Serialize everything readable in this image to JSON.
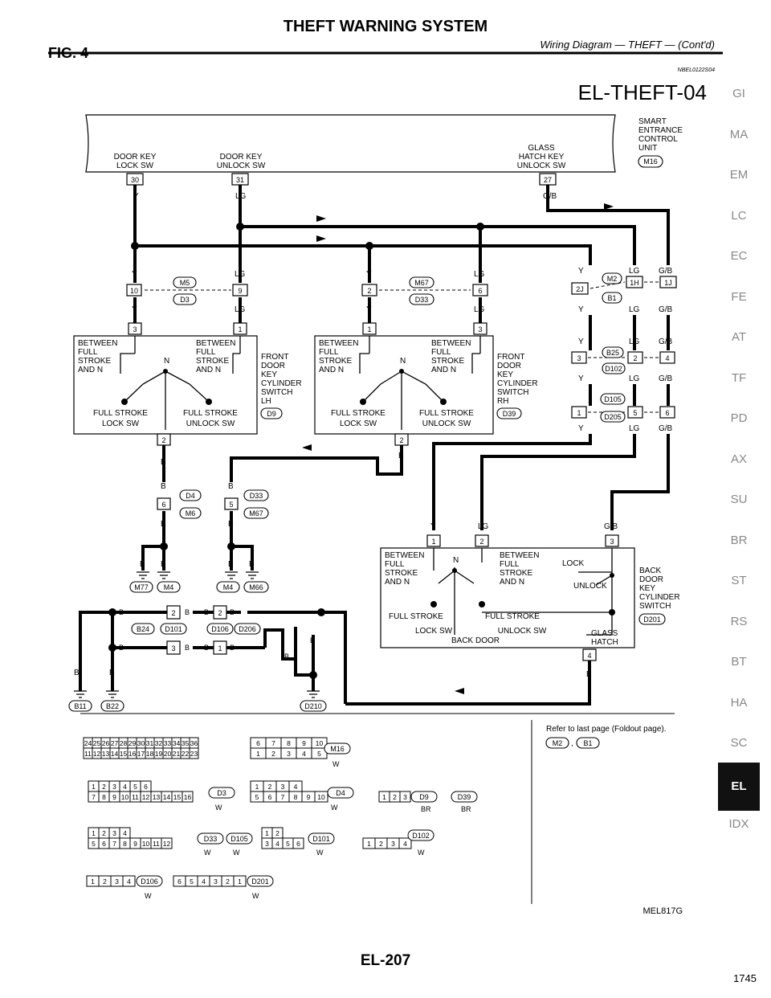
{
  "header": {
    "title": "THEFT WARNING SYSTEM",
    "subtitle": "Wiring Diagram — THEFT — (Cont'd)",
    "figure": "FIG. 4",
    "code": "NBEL0122S04",
    "diagram_id": "EL-THEFT-04"
  },
  "smart": {
    "l1": "SMART",
    "l2": "ENTRANCE",
    "l3": "CONTROL",
    "l4": "UNIT",
    "conn": "M16",
    "door_key_lock_1": "DOOR KEY",
    "door_key_lock_2": "LOCK SW",
    "door_key_unlock_1": "DOOR KEY",
    "door_key_unlock_2": "UNLOCK SW",
    "glass_1": "GLASS",
    "glass_2": "HATCH KEY",
    "glass_3": "UNLOCK SW",
    "pin30": "30",
    "pin31": "31",
    "pin27": "27"
  },
  "wire": {
    "y": "Y",
    "lg": "LG",
    "gb": "G/B",
    "b": "B"
  },
  "front_lh": {
    "c1": "M5",
    "c2": "D3",
    "p10": "10",
    "p9": "9",
    "p3": "3",
    "p1": "1",
    "p2": "2",
    "between_l1": "BETWEEN",
    "between_l2": "FULL",
    "between_l3": "STROKE",
    "between_l4": "AND N",
    "n": "N",
    "between_r1": "BETWEEN",
    "between_r2": "FULL",
    "between_r3": "STROKE",
    "between_r4": "AND N",
    "fs_l1": "FULL STROKE",
    "fs_l2": "LOCK SW",
    "fs_r1": "FULL STROKE",
    "fs_r2": "UNLOCK SW",
    "label_1": "FRONT",
    "label_2": "DOOR",
    "label_3": "KEY",
    "label_4": "CYLINDER",
    "label_5": "SWITCH",
    "label_6": "LH",
    "conn": "D9"
  },
  "front_rh": {
    "c1": "M67",
    "c2": "D33",
    "p2": "2",
    "p6": "6",
    "p1": "1",
    "p3": "3",
    "p2b": "2",
    "label_1": "FRONT",
    "label_2": "DOOR",
    "label_3": "KEY",
    "label_4": "CYLINDER",
    "label_5": "SWITCH",
    "label_6": "RH",
    "conn": "D39"
  },
  "right_conns": {
    "c_m2": "M2",
    "c_b1": "B1",
    "p2j": "2J",
    "p1h": "1H",
    "p1j": "1J",
    "c_b25": "B25",
    "c_d102": "D102",
    "p3": "3",
    "p2": "2",
    "p4": "4",
    "c_d105": "D105",
    "c_d205": "D205",
    "p1": "1",
    "p5": "5",
    "p6": "6"
  },
  "ground_left": {
    "c_d4": "D4",
    "c_m6": "M6",
    "c_d33": "D33",
    "c_m67": "M67",
    "p6": "6",
    "p5": "5",
    "g_m77": "M77",
    "g_m4a": "M4",
    "g_m4b": "M4",
    "g_m66": "M66",
    "p2": "2",
    "p3": "3",
    "c_b24": "B24",
    "c_d101": "D101",
    "c_d106": "D106",
    "c_d206": "D206",
    "g_b11": "B11",
    "g_b22": "B22",
    "g_d210": "D210",
    "p2b": "2",
    "p1": "1"
  },
  "back_door": {
    "p1": "1",
    "p2": "2",
    "p3": "3",
    "p4": "4",
    "between_l1": "BETWEEN",
    "between_l2": "FULL",
    "between_l3": "STROKE",
    "between_l4": "AND N",
    "n": "N",
    "between_r1": "BETWEEN",
    "between_r2": "FULL",
    "between_r3": "STROKE",
    "between_r4": "AND N",
    "lock": "LOCK",
    "unlock": "UNLOCK",
    "fs_l": "FULL STROKE",
    "fs_r": "FULL STROKE",
    "lock_sw": "LOCK SW",
    "unlock_sw": "UNLOCK SW",
    "back_door": "BACK DOOR",
    "glass_1": "GLASS",
    "glass_2": "HATCH",
    "label_1": "BACK",
    "label_2": "DOOR",
    "label_3": "KEY",
    "label_4": "CYLINDER",
    "label_5": "SWITCH",
    "conn": "D201"
  },
  "refer": "Refer to last page (Foldout page).",
  "refer_conns": {
    "a": "M2",
    "b": "B1"
  },
  "connectors": {
    "m16_top": [
      "24",
      "25",
      "26",
      "27",
      "28",
      "29",
      "30",
      "31",
      "32",
      "33",
      "34",
      "35",
      "36"
    ],
    "m16_bot": [
      "11",
      "12",
      "13",
      "14",
      "15",
      "16",
      "17",
      "18",
      "19",
      "20",
      "21",
      "22",
      "23"
    ],
    "m16_r_top": [
      "6",
      "7",
      "8",
      "9",
      "10"
    ],
    "m16_r_bot": [
      "1",
      "2",
      "3",
      "4",
      "5"
    ],
    "m16_name": "M16",
    "w": "W",
    "d3_top": [
      "1",
      "2",
      "3",
      "4",
      "5",
      "6"
    ],
    "d3_bot": [
      "7",
      "8",
      "9",
      "10",
      "11",
      "12",
      "13",
      "14",
      "15",
      "16"
    ],
    "d3_name": "D3",
    "d4_top": [
      "1",
      "2",
      "3",
      "4"
    ],
    "d4_bot": [
      "5",
      "6",
      "7",
      "8",
      "9",
      "10"
    ],
    "d4_name": "D4",
    "d9_pins": [
      "1",
      "2",
      "3"
    ],
    "d9_name": "D9",
    "d39_name": "D39",
    "br": "BR",
    "d33_top": [
      "1",
      "2",
      "3",
      "4"
    ],
    "d33_bot": [
      "5",
      "6",
      "7",
      "8",
      "9",
      "10",
      "11",
      "12"
    ],
    "d33_name": "D33",
    "d105_name": "D105",
    "d101_top": [
      "1",
      "2"
    ],
    "d101_bot": [
      "3",
      "4",
      "5",
      "6"
    ],
    "d101_name": "D101",
    "d102_pins": [
      "1",
      "2",
      "3",
      "4"
    ],
    "d102_name": "D102",
    "d106_pins": [
      "1",
      "2",
      "3",
      "4"
    ],
    "d106_name": "D106",
    "d201_pins": [
      "6",
      "5",
      "4",
      "3",
      "2",
      "1"
    ],
    "d201_name": "D201"
  },
  "sidebar": [
    "GI",
    "MA",
    "EM",
    "LC",
    "EC",
    "FE",
    "AT",
    "TF",
    "PD",
    "AX",
    "SU",
    "BR",
    "ST",
    "RS",
    "BT",
    "HA",
    "SC",
    "EL",
    "IDX"
  ],
  "sidebar_active": "EL",
  "mel": "MEL817G",
  "footer": "EL-207",
  "page_number": "1745"
}
